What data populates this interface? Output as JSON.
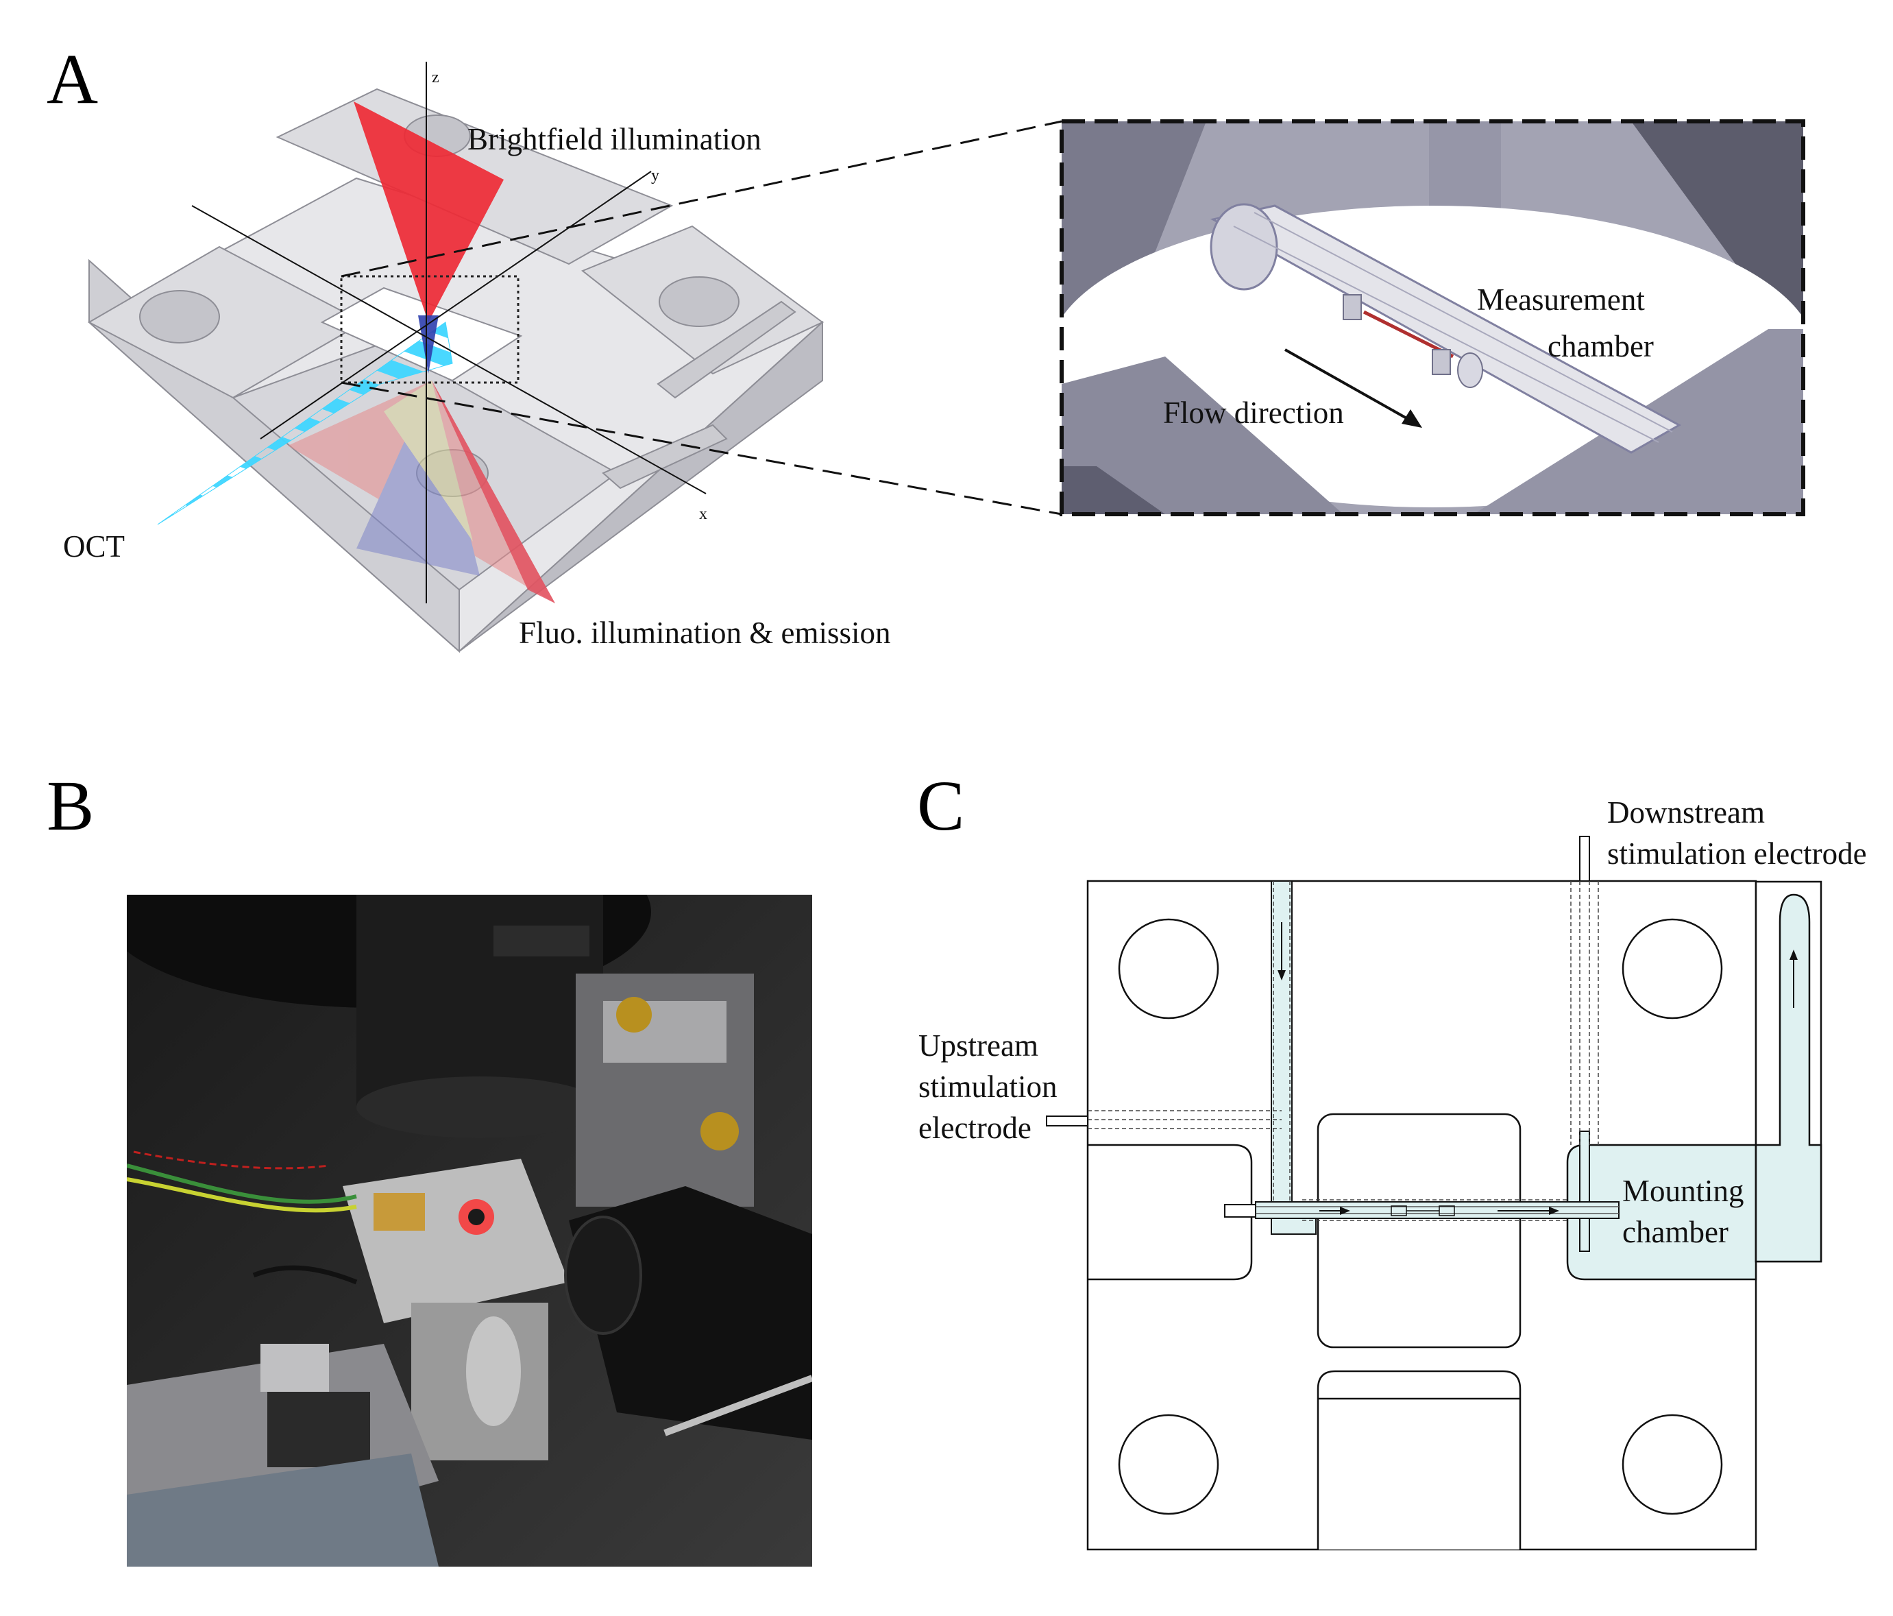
{
  "panels": {
    "a": {
      "letter": "A",
      "axes": {
        "x": "x",
        "y": "y",
        "z": "z"
      },
      "labels": {
        "brightfield": "Brightfield illumination",
        "oct": "OCT",
        "fluo": "Fluo. illumination & emission",
        "measurement_1": "Measurement",
        "measurement_2": "chamber",
        "flow": "Flow direction"
      }
    },
    "b": {
      "letter": "B"
    },
    "c": {
      "letter": "C",
      "labels": {
        "downstream_1": "Downstream",
        "downstream_2": "stimulation electrode",
        "upstream_1": "Upstream",
        "upstream_2": "stimulation",
        "upstream_3": "electrode",
        "mounting_1": "Mounting",
        "mounting_2": "chamber"
      }
    }
  },
  "colors": {
    "brightfield_cone": "#ee2a35",
    "oct_beam": "#47d8ff",
    "fluo_cone_red": "#e88a8a",
    "fluo_cone_blue": "#7f86c9",
    "fluo_cone_yellow": "#d8d49a",
    "block_gray": "#d8d8dc",
    "chamber_fill": "#dff1f1"
  }
}
